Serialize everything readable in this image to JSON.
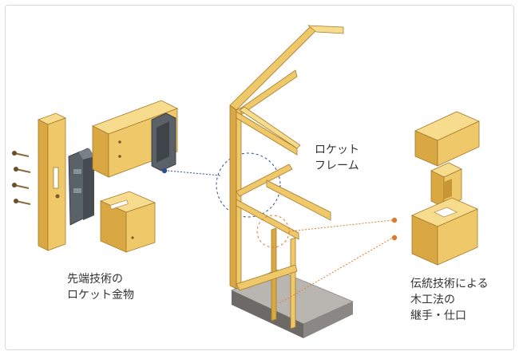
{
  "labels": {
    "metal_line1": "先端技術の",
    "metal_line2": "ロケット金物",
    "frame_line1": "ロケット",
    "frame_line2": "フレーム",
    "joint_line1": "伝統技術による",
    "joint_line2": "木工法の",
    "joint_line3": "継手・仕口"
  },
  "colors": {
    "wood_top": "#f7dc8e",
    "wood_front": "#efc86a",
    "wood_side": "#d9a843",
    "wood_edge": "#a67a2c",
    "metal": "#5b6168",
    "blue_dot": "#2d4f8e",
    "orange_dot": "#e07a2b",
    "slab_top": "#b9b6b1",
    "slab_side": "#6c6966"
  }
}
